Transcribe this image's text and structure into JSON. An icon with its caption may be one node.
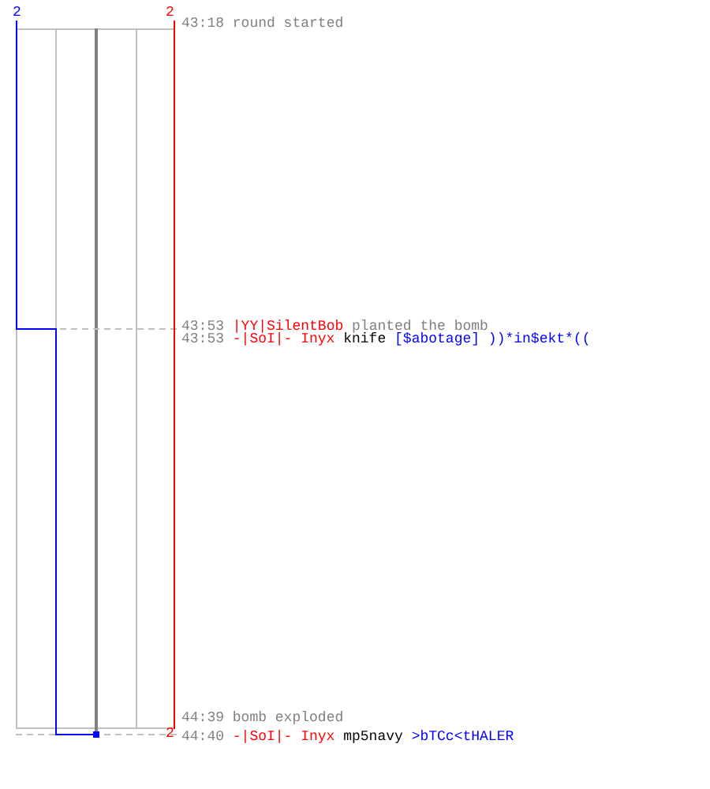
{
  "diagram": {
    "labels": [
      "2",
      "2",
      "43:18 round started",
      "43:53",
      "|YY|SilentBob",
      "planted the bomb",
      "43:53",
      "-|SoI|-",
      "Inyx",
      "knife",
      "[$abotage] ))*in$ekt*((",
      "44:39 bomb exploded",
      "2",
      "44:40",
      "-|SoI|-",
      "Inyx",
      "mp5navy",
      ">bTCc<tHALER"
    ]
  }
}
